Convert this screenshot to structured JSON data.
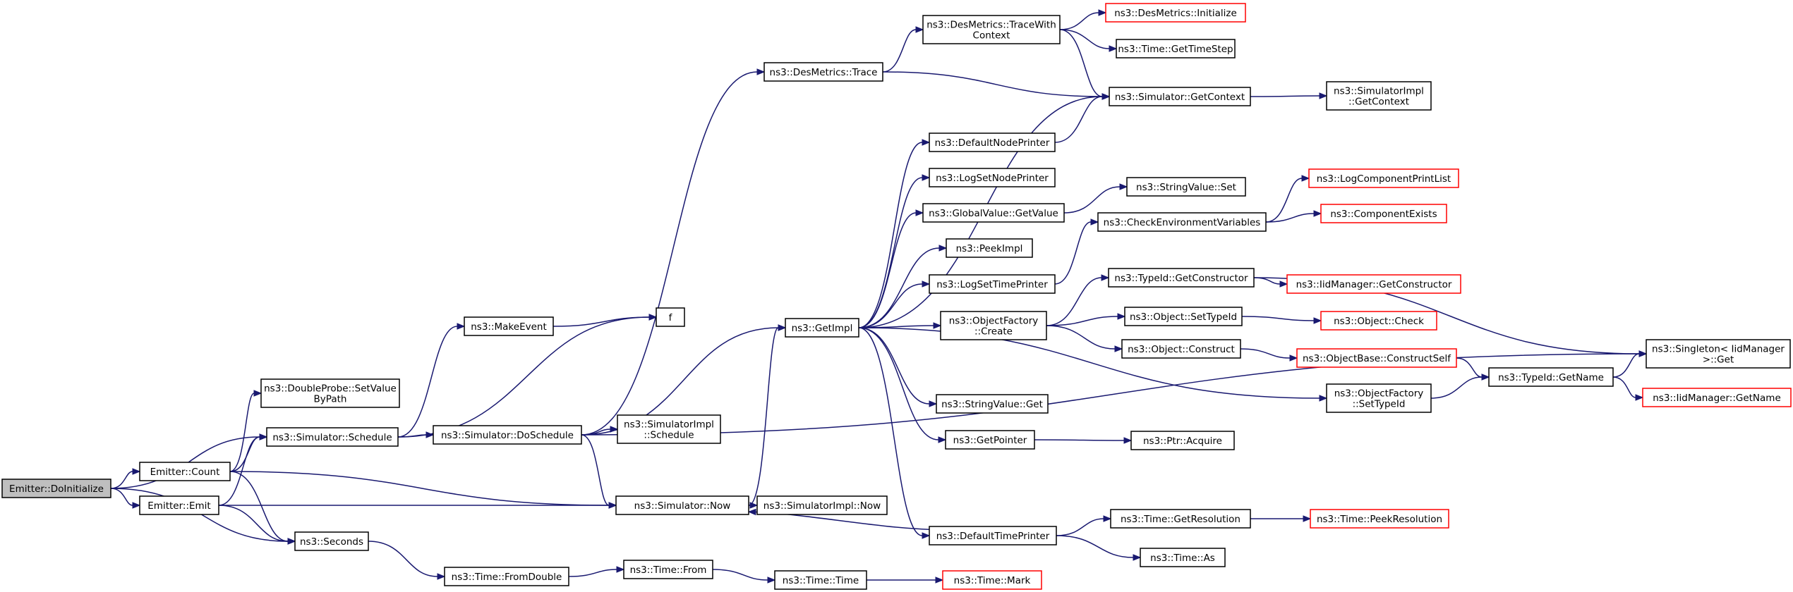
{
  "nodes": {
    "doinit": {
      "lines": [
        "Emitter::DoInitialize"
      ],
      "root": true
    },
    "count": {
      "lines": [
        "Emitter::Count"
      ]
    },
    "emit": {
      "lines": [
        "Emitter::Emit"
      ]
    },
    "seconds": {
      "lines": [
        "ns3::Seconds"
      ]
    },
    "dpsv": {
      "lines": [
        "ns3::DoubleProbe::SetValue",
        "ByPath"
      ]
    },
    "sched": {
      "lines": [
        "ns3::Simulator::Schedule"
      ]
    },
    "mkevt": {
      "lines": [
        "ns3::MakeEvent"
      ]
    },
    "f": {
      "lines": [
        "f"
      ]
    },
    "dosch": {
      "lines": [
        "ns3::Simulator::DoSchedule"
      ]
    },
    "siSched": {
      "lines": [
        "ns3::SimulatorImpl",
        "::Schedule"
      ]
    },
    "now": {
      "lines": [
        "ns3::Simulator::Now"
      ]
    },
    "siNow": {
      "lines": [
        "ns3::SimulatorImpl::Now"
      ]
    },
    "fromdbl": {
      "lines": [
        "ns3::Time::FromDouble"
      ]
    },
    "tfrom": {
      "lines": [
        "ns3::Time::From"
      ]
    },
    "ttime": {
      "lines": [
        "ns3::Time::Time"
      ]
    },
    "tmark": {
      "lines": [
        "ns3::Time::Mark"
      ],
      "truncated": true
    },
    "getimpl": {
      "lines": [
        "ns3::GetImpl"
      ]
    },
    "dmtrace": {
      "lines": [
        "ns3::DesMetrics::Trace"
      ]
    },
    "dmtwc": {
      "lines": [
        "ns3::DesMetrics::TraceWith",
        "Context"
      ]
    },
    "dminit": {
      "lines": [
        "ns3::DesMetrics::Initialize"
      ],
      "truncated": true
    },
    "tgts": {
      "lines": [
        "ns3::Time::GetTimeStep"
      ]
    },
    "simctx": {
      "lines": [
        "ns3::Simulator::GetContext"
      ]
    },
    "simImplCtx": {
      "lines": [
        "ns3::SimulatorImpl",
        "::GetContext"
      ]
    },
    "dnp": {
      "lines": [
        "ns3::DefaultNodePrinter"
      ]
    },
    "lsnp": {
      "lines": [
        "ns3::LogSetNodePrinter"
      ]
    },
    "gvgv": {
      "lines": [
        "ns3::GlobalValue::GetValue"
      ]
    },
    "peek": {
      "lines": [
        "ns3::PeekImpl"
      ]
    },
    "lstp": {
      "lines": [
        "ns3::LogSetTimePrinter"
      ]
    },
    "ofcreate": {
      "lines": [
        "ns3::ObjectFactory",
        "::Create"
      ]
    },
    "svget": {
      "lines": [
        "ns3::StringValue::Get"
      ]
    },
    "getptr": {
      "lines": [
        "ns3::GetPointer"
      ]
    },
    "dtp": {
      "lines": [
        "ns3::DefaultTimePrinter"
      ]
    },
    "ofsettid": {
      "lines": [
        "ns3::ObjectFactory",
        "::SetTypeId"
      ]
    },
    "svset": {
      "lines": [
        "ns3::StringValue::Set"
      ]
    },
    "cev": {
      "lines": [
        "ns3::CheckEnvironmentVariables"
      ]
    },
    "lcpl": {
      "lines": [
        "ns3::LogComponentPrintList"
      ],
      "truncated": true
    },
    "compex": {
      "lines": [
        "ns3::ComponentExists"
      ],
      "truncated": true
    },
    "tidgc": {
      "lines": [
        "ns3::TypeId::GetConstructor"
      ]
    },
    "objstid": {
      "lines": [
        "ns3::Object::SetTypeId"
      ]
    },
    "objcons": {
      "lines": [
        "ns3::Object::Construct"
      ]
    },
    "ptracq": {
      "lines": [
        "ns3::Ptr::Acquire"
      ]
    },
    "tgetres": {
      "lines": [
        "ns3::Time::GetResolution"
      ]
    },
    "tas": {
      "lines": [
        "ns3::Time::As"
      ]
    },
    "iidgc": {
      "lines": [
        "ns3::IidManager::GetConstructor"
      ],
      "truncated": true
    },
    "objcheck": {
      "lines": [
        "ns3::Object::Check"
      ],
      "truncated": true
    },
    "obcs": {
      "lines": [
        "ns3::ObjectBase::ConstructSelf"
      ],
      "truncated": true
    },
    "tidgn": {
      "lines": [
        "ns3::TypeId::GetName"
      ]
    },
    "tpeekres": {
      "lines": [
        "ns3::Time::PeekResolution"
      ],
      "truncated": true
    },
    "singleton": {
      "lines": [
        "ns3::Singleton< IidManager",
        " >::Get"
      ]
    },
    "iidgn": {
      "lines": [
        "ns3::IidManager::GetName"
      ],
      "truncated": true
    }
  },
  "edges": [
    [
      "doinit",
      "count"
    ],
    [
      "doinit",
      "emit"
    ],
    [
      "doinit",
      "sched"
    ],
    [
      "doinit",
      "seconds"
    ],
    [
      "count",
      "dpsv"
    ],
    [
      "count",
      "sched"
    ],
    [
      "count",
      "seconds"
    ],
    [
      "count",
      "now"
    ],
    [
      "emit",
      "sched"
    ],
    [
      "emit",
      "seconds"
    ],
    [
      "emit",
      "now"
    ],
    [
      "seconds",
      "fromdbl"
    ],
    [
      "fromdbl",
      "tfrom"
    ],
    [
      "tfrom",
      "ttime"
    ],
    [
      "ttime",
      "tmark"
    ],
    [
      "sched",
      "mkevt"
    ],
    [
      "sched",
      "f"
    ],
    [
      "sched",
      "dosch"
    ],
    [
      "mkevt",
      "f"
    ],
    [
      "dosch",
      "siSched"
    ],
    [
      "dosch",
      "now"
    ],
    [
      "dosch",
      "getimpl"
    ],
    [
      "dosch",
      "dmtrace"
    ],
    [
      "dosch",
      "singleton"
    ],
    [
      "now",
      "siNow"
    ],
    [
      "now",
      "getimpl"
    ],
    [
      "dmtrace",
      "dmtwc"
    ],
    [
      "dmtrace",
      "simctx"
    ],
    [
      "dmtwc",
      "dminit"
    ],
    [
      "dmtwc",
      "tgts"
    ],
    [
      "dmtwc",
      "simctx"
    ],
    [
      "simctx",
      "simImplCtx"
    ],
    [
      "getimpl",
      "simctx"
    ],
    [
      "getimpl",
      "dnp"
    ],
    [
      "getimpl",
      "lsnp"
    ],
    [
      "getimpl",
      "gvgv"
    ],
    [
      "getimpl",
      "peek"
    ],
    [
      "getimpl",
      "lstp"
    ],
    [
      "getimpl",
      "ofcreate"
    ],
    [
      "getimpl",
      "svget"
    ],
    [
      "getimpl",
      "getptr"
    ],
    [
      "getimpl",
      "dtp"
    ],
    [
      "getimpl",
      "ofsettid"
    ],
    [
      "dnp",
      "simctx"
    ],
    [
      "gvgv",
      "svset"
    ],
    [
      "lstp",
      "cev"
    ],
    [
      "cev",
      "lcpl"
    ],
    [
      "cev",
      "compex"
    ],
    [
      "ofcreate",
      "tidgc"
    ],
    [
      "ofcreate",
      "objstid"
    ],
    [
      "ofcreate",
      "objcons"
    ],
    [
      "tidgc",
      "iidgc"
    ],
    [
      "tidgc",
      "singleton"
    ],
    [
      "objstid",
      "objcheck"
    ],
    [
      "objcons",
      "obcs"
    ],
    [
      "obcs",
      "tidgn"
    ],
    [
      "ofsettid",
      "tidgn"
    ],
    [
      "tidgn",
      "singleton"
    ],
    [
      "tidgn",
      "iidgn"
    ],
    [
      "getptr",
      "ptracq"
    ],
    [
      "dtp",
      "now"
    ],
    [
      "dtp",
      "tgetres"
    ],
    [
      "dtp",
      "tas"
    ],
    [
      "tgetres",
      "tpeekres"
    ]
  ]
}
